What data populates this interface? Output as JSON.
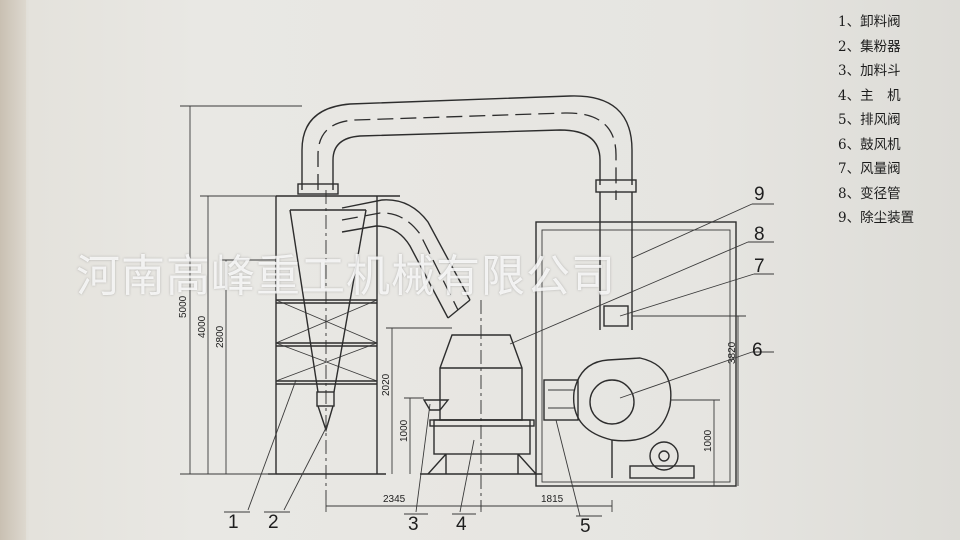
{
  "legend": {
    "items": [
      "1、卸料阀",
      "2、集粉器",
      "3、加料斗",
      "4、主　机",
      "5、排风阀",
      "6、鼓风机",
      "7、风量阀",
      "8、变径管",
      "9、除尘装置"
    ]
  },
  "dimensions": {
    "h5000": "5000",
    "h4000": "4000",
    "h2800": "2800",
    "h2020": "2020",
    "h1000_left": "1000",
    "h3820": "3820",
    "h1000_right": "1000",
    "w2345": "2345",
    "w1815": "1815"
  },
  "callouts": {
    "c1": "1",
    "c2": "2",
    "c3": "3",
    "c4": "4",
    "c5": "5",
    "c6": "6",
    "c7": "7",
    "c8": "8",
    "c9": "9"
  },
  "watermark": "河南高峰重工机械有限公司"
}
